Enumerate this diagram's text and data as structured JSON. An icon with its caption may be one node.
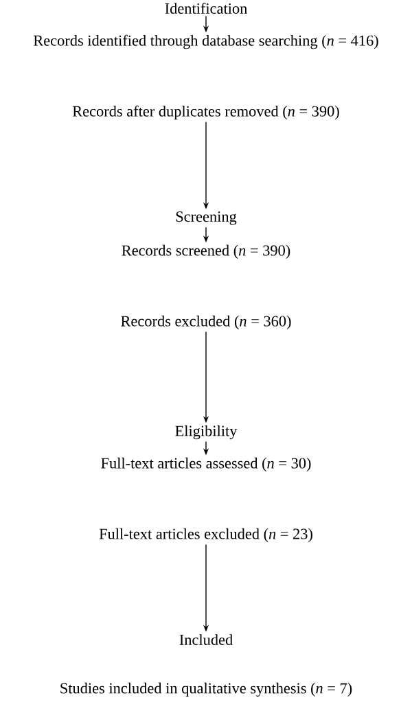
{
  "diagram": {
    "nodes": [
      {
        "text": [
          "Identification"
        ]
      },
      {
        "text": [
          "Records identified through database searching (*n* = 416)"
        ]
      },
      {
        "text": [
          "Records after duplicates removed (*n* = 390)"
        ]
      },
      {
        "text": [
          "Screening"
        ]
      },
      {
        "text": [
          "Records screened (*n* = 390)"
        ]
      },
      {
        "text": [
          "Records excluded (*n* = 360)"
        ]
      },
      {
        "text": [
          "Eligibility"
        ]
      },
      {
        "text": [
          "Full-text articles assessed (*n* = 30)"
        ]
      },
      {
        "text": [
          "Full-text articles excluded (*n* = 23)"
        ]
      },
      {
        "text": [
          "Included"
        ]
      },
      {
        "text": [
          "Studies included in qualitative synthesis (*n* = 7)"
        ]
      }
    ],
    "edges": [
      {
        "from": 0,
        "to": 1,
        "arrow": "to"
      },
      {
        "from": 2,
        "to": 3,
        "arrow": "to"
      },
      {
        "from": 3,
        "to": 4,
        "arrow": "to"
      },
      {
        "from": 5,
        "to": 6,
        "arrow": "to"
      },
      {
        "from": 6,
        "to": 7,
        "arrow": "to"
      },
      {
        "from": 8,
        "to": 9,
        "arrow": "to"
      }
    ]
  }
}
